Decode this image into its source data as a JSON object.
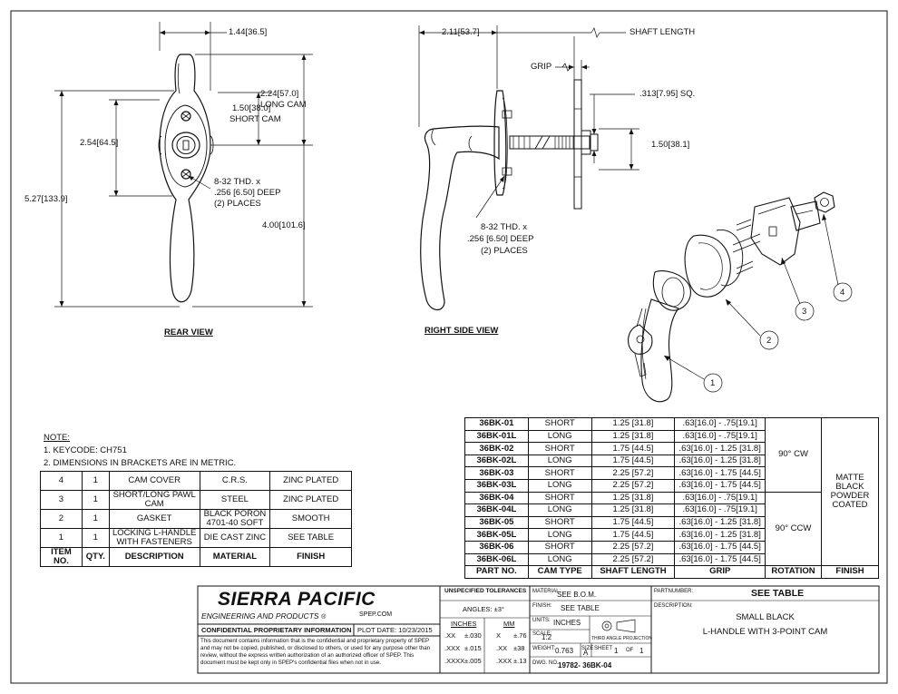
{
  "views": {
    "rear_title": "REAR VIEW",
    "side_title": "RIGHT SIDE VIEW"
  },
  "dims": {
    "rear_width": "1.44",
    "rear_width_mm": "36.5",
    "long_cam": "2.24",
    "long_cam_mm": "57.0",
    "long_cam_label": "LONG CAM",
    "short_cam": "1.50",
    "short_cam_mm": "38.0",
    "short_cam_label": "SHORT CAM",
    "overall_h": "5.27",
    "overall_h_mm": "133.9",
    "hole_h": "2.54",
    "hole_h_mm": "64.5",
    "lower_h": "4.00",
    "lower_h_mm": "101.6",
    "thread_l1": "8-32 THD. x",
    "thread_l2": ".256 [6.50] DEEP",
    "thread_l3": "(2) PLACES",
    "side_depth": "2.11",
    "side_depth_mm": "53.7",
    "shaft_length": "SHAFT LENGTH",
    "grip": "GRIP",
    "shaft_sq": ".313",
    "shaft_sq_mm": "7.95",
    "shaft_sq_suffix": "SQ.",
    "side_cam": "1.50",
    "side_cam_mm": "38.1"
  },
  "balloons": [
    "1",
    "2",
    "3",
    "4"
  ],
  "notes": {
    "title": "NOTE:",
    "items": [
      "1.  KEYCODE: CH751",
      "2.  DIMENSIONS IN BRACKETS ARE IN METRIC."
    ]
  },
  "bom": {
    "rows": [
      [
        "4",
        "1",
        "CAM COVER",
        "C.R.S.",
        "ZINC PLATED"
      ],
      [
        "3",
        "1",
        "SHORT/LONG PAWL CAM",
        "STEEL",
        "ZINC PLATED"
      ],
      [
        "2",
        "1",
        "GASKET",
        "BLACK PORON 4701-40 SOFT",
        "SMOOTH"
      ],
      [
        "1",
        "1",
        "LOCKING L-HANDLE WITH FASTENERS",
        "DIE CAST ZINC",
        "SEE TABLE"
      ]
    ],
    "headers": [
      "ITEM NO.",
      "QTY.",
      "DESCRIPTION",
      "MATERIAL",
      "FINISH"
    ]
  },
  "parts": {
    "rows": [
      [
        "36BK-01",
        "SHORT",
        "1.25 [31.8]",
        ".63[16.0] - .75[19.1]"
      ],
      [
        "36BK-01L",
        "LONG",
        "1.25 [31.8]",
        ".63[16.0] - .75[19.1]"
      ],
      [
        "36BK-02",
        "SHORT",
        "1.75 [44.5]",
        ".63[16.0] - 1.25 [31.8]"
      ],
      [
        "36BK-02L",
        "LONG",
        "1.75 [44.5]",
        ".63[16.0] - 1.25 [31.8]"
      ],
      [
        "36BK-03",
        "SHORT",
        "2.25 [57.2]",
        ".63[16.0] - 1.75 [44.5]"
      ],
      [
        "36BK-03L",
        "LONG",
        "2.25 [57.2]",
        ".63[16.0] - 1.75 [44.5]"
      ],
      [
        "36BK-04",
        "SHORT",
        "1.25 [31.8]",
        ".63[16.0] - .75[19.1]"
      ],
      [
        "36BK-04L",
        "LONG",
        "1.25 [31.8]",
        ".63[16.0] - .75[19.1]"
      ],
      [
        "36BK-05",
        "SHORT",
        "1.75 [44.5]",
        ".63[16.0] - 1.25 [31.8]"
      ],
      [
        "36BK-05L",
        "LONG",
        "1.75 [44.5]",
        ".63[16.0] - 1.25 [31.8]"
      ],
      [
        "36BK-06",
        "SHORT",
        "2.25 [57.2]",
        ".63[16.0] - 1.75 [44.5]"
      ],
      [
        "36BK-06L",
        "LONG",
        "2.25 [57.2]",
        ".63[16.0] - 1.75 [44.5]"
      ]
    ],
    "rotation_cw": "90° CW",
    "rotation_ccw": "90° CCW",
    "finish": "MATTE BLACK POWDER COATED",
    "headers": [
      "PART NO.",
      "CAM TYPE",
      "SHAFT LENGTH",
      "GRIP",
      "ROTATION",
      "FINISH"
    ]
  },
  "title_block": {
    "company": "SIERRA PACIFIC",
    "company_sub": "ENGINEERING AND PRODUCTS",
    "website": "SPEP.COM",
    "confidential_label": "CONFIDENTIAL PROPRIETARY INFORMATION",
    "plot_date": "PLOT DATE: 10/23/2015",
    "confidential_text": "This document contains information that is the confidential and proprietary property of SPEP and may not be copied, published, or disclosed to others, or used for any purpose other than review, without the express written authorization of an authorized officer of SPEP. This document must be kept only in SPEP's confidential files when not in use.",
    "tolerance_title": "UNSPECIFIED TOLERANCES",
    "angles": "ANGLES: ±3°",
    "inches_hdr": "INCHES",
    "mm_hdr": "MM",
    "tol_rows": [
      [
        ".XX",
        "±.030",
        "X",
        "±.76"
      ],
      [
        ".XXX",
        "±.015",
        ".XX",
        "±38"
      ],
      [
        ".XXXX",
        "±.005",
        ".XXX",
        "±.13"
      ]
    ],
    "material_label": "MATERIAL:",
    "material": "SEE B.O.M.",
    "finish_label": "FINISH:",
    "finish": "SEE TABLE",
    "units_label": "UNITS:",
    "units": "INCHES",
    "scale_label": "SCALE:",
    "scale": "1:2",
    "projection": "THIRD ANGLE PROJECTION",
    "weight_label": "WEIGHT:",
    "weight": "0.763",
    "size_label": "SIZE",
    "size": "A",
    "sheet_label": "SHEET",
    "sheet": "1",
    "of_label": "OF",
    "sheet_total": "1",
    "dwg_label": "DWG. NO.",
    "dwg_no": "19782- 36BK-04",
    "partnumber_label": "PARTNUMBER:",
    "partnumber": "SEE TABLE",
    "description_label": "DESCRIPTION:",
    "desc_line1": "SMALL BLACK",
    "desc_line2": "L-HANDLE WITH 3-POINT CAM"
  }
}
